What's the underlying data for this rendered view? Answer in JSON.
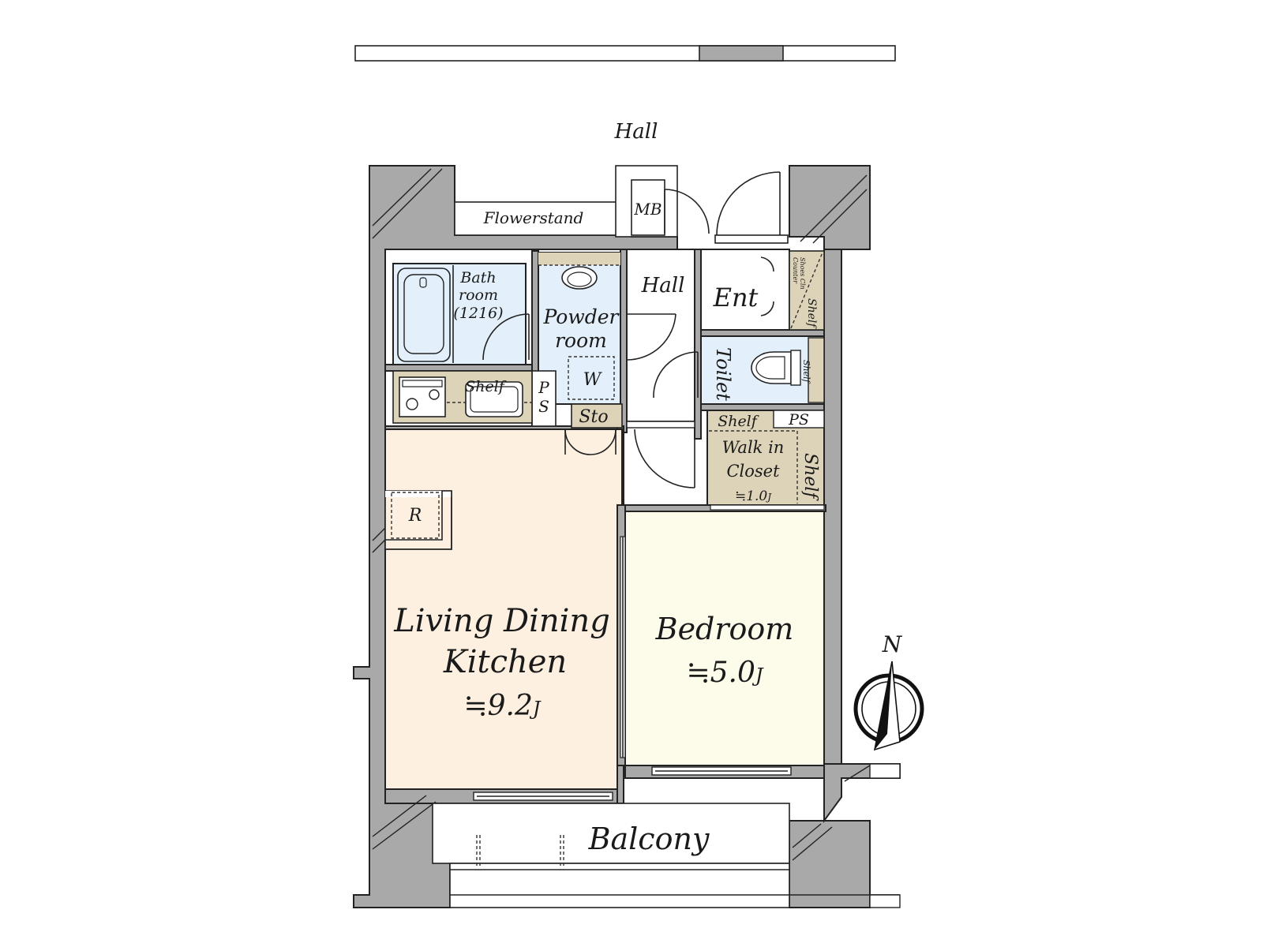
{
  "labels": {
    "corridor": "Hall",
    "flowerstand": "Flowerstand",
    "mb": "MB",
    "bath_line1": "Bath",
    "bath_line2": "room",
    "bath_line3": "(1216)",
    "powder_line1": "Powder",
    "powder_line2": "room",
    "hall": "Hall",
    "ent": "Ent",
    "shoes_line1": "Shoes Cln",
    "shoes_line2": "Counter",
    "shoes_shelf": "Shelf",
    "toilet": "Toilet",
    "toilet_shelf": "Shelf",
    "kitchen_shelf": "Shelf",
    "ps_left_1": "P",
    "ps_left_2": "S",
    "washer": "W",
    "sto": "Sto",
    "wic_shelf_top": "Shelf",
    "ps_right": "PS",
    "wic_line1": "Walk in",
    "wic_line2": "Closet",
    "wic_size": "≒1.0",
    "wic_unit": "J",
    "wic_shelf_side": "Shelf",
    "fridge": "R",
    "ldk_line1": "Living Dining",
    "ldk_line2": "Kitchen",
    "ldk_size": "≒9.2",
    "ldk_unit": "J",
    "bed_line1": "Bedroom",
    "bed_size": "≒5.0",
    "bed_unit": "J",
    "balcony": "Balcony",
    "north": "N"
  },
  "colors": {
    "ldk": "#fdf0e0",
    "bedroom": "#fdfcea",
    "wet": "#e3f0fb",
    "storage": "#ddd3b8",
    "wall": "#a9a9a9",
    "scale_bar_fill": "#a9a9a9"
  }
}
